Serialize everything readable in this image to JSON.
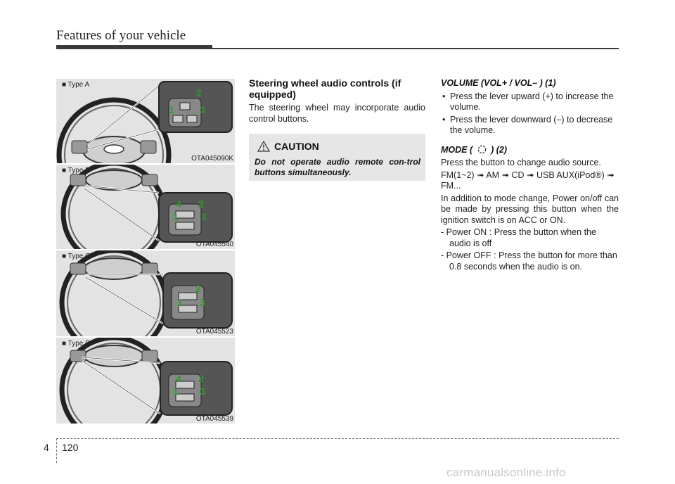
{
  "header": {
    "title": "Features of your vehicle"
  },
  "figures": [
    {
      "type_label": "■ Type A",
      "code": "OTA045090K",
      "callouts": [
        "2",
        "1",
        "3"
      ]
    },
    {
      "type_label": "■ Type B",
      "code": "OTA045540",
      "callouts": [
        "4",
        "2",
        "1",
        "3"
      ]
    },
    {
      "type_label": "■ Type C",
      "code": "OTA045523",
      "callouts": [
        "2",
        "1",
        "3"
      ]
    },
    {
      "type_label": "■ Type D",
      "code": "OTA045539",
      "callouts": [
        "4",
        "2",
        "1",
        "3"
      ]
    }
  ],
  "section": {
    "title": "Steering wheel audio controls (if equipped)",
    "body": "The steering wheel may incorporate audio control buttons."
  },
  "caution": {
    "title": "CAUTION",
    "text": "Do not operate audio remote con-trol buttons simultaneously."
  },
  "volume": {
    "heading": "VOLUME (VOL+ / VOL– ) (1)",
    "bullets": [
      "Press the lever upward (+) to increase the volume.",
      "Press the lever downward (–) to decrease the volume."
    ]
  },
  "mode": {
    "heading_prefix": "MODE (",
    "heading_suffix": ") (2)",
    "intro": "Press the button to change audio source.",
    "sequence": "FM(1~2) ➟ AM ➟ CD ➟ USB AUX(iPod®) ➟ FM...",
    "power_text": "In addition to mode change, Power on/off can be made by pressing this button when the ignition switch is on ACC or ON.",
    "power_on": "- Power ON : Press the button when the audio is off",
    "power_off": "- Power OFF : Press the button for more than 0.8 seconds when the audio is on."
  },
  "footer": {
    "chapter": "4",
    "page": "120",
    "watermark": "carmanualsonline.info"
  },
  "colors": {
    "panel_bg": "#e3e3e3",
    "callout_green": "#2f9a2f",
    "caution_bg": "#e6e6e6"
  }
}
